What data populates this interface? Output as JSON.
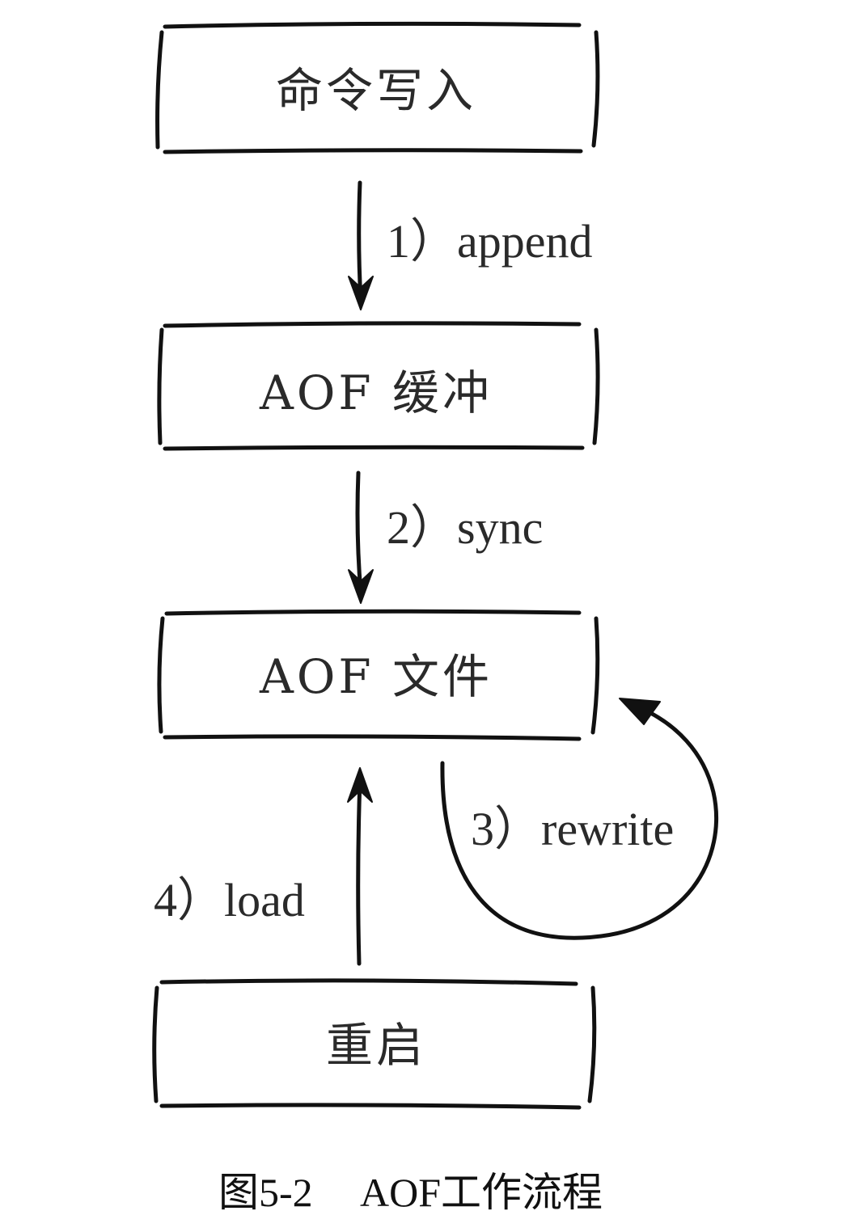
{
  "nodes": {
    "command_write": "命令写入",
    "aof_buffer": "AOF 缓冲",
    "aof_file": "AOF 文件",
    "restart": "重启"
  },
  "edges": {
    "append": "1）append",
    "sync": "2）sync",
    "rewrite": "3）rewrite",
    "load": "4）load"
  },
  "caption": {
    "figure_number": "图5-2",
    "title": "AOF工作流程"
  }
}
